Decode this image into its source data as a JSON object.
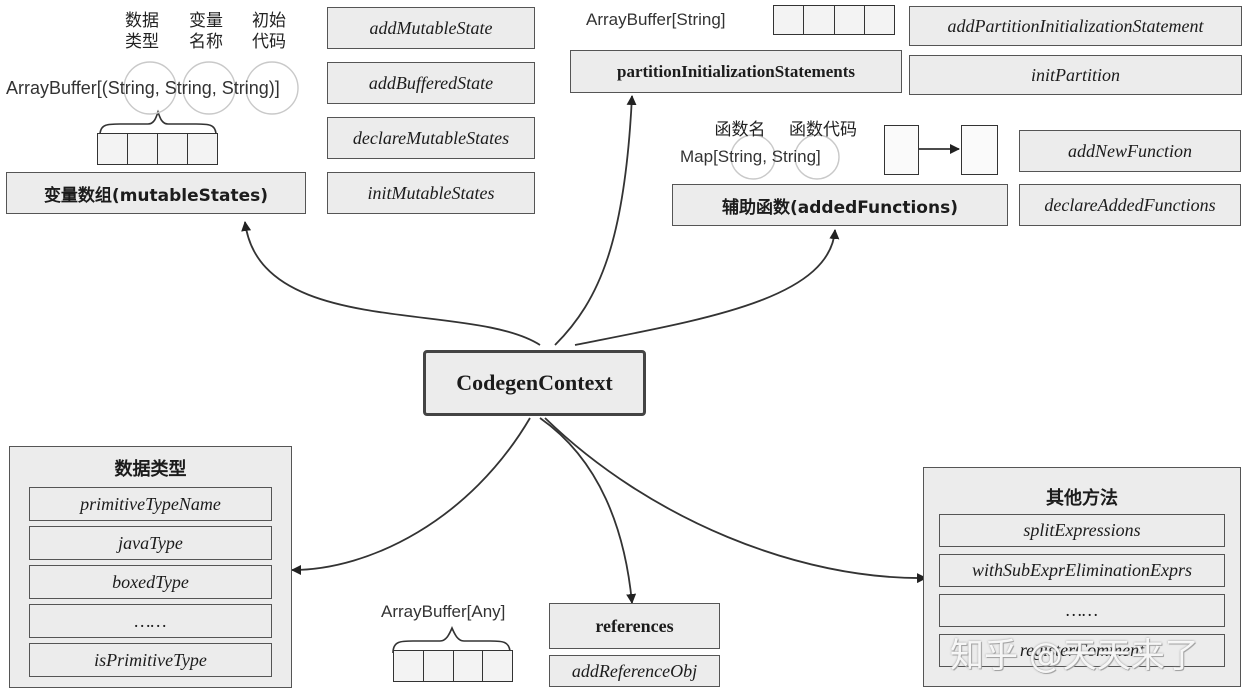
{
  "center": {
    "label": "CodegenContext"
  },
  "mutable_states": {
    "col_labels": [
      [
        "数据",
        "类型"
      ],
      [
        "变量",
        "名称"
      ],
      [
        "初始",
        "代码"
      ]
    ],
    "buffer_label": "ArrayBuffer[(String, String, String)]",
    "title": "变量数组(mutableStates)",
    "methods": [
      "addMutableState",
      "addBufferedState",
      "declareMutableStates",
      "initMutableStates"
    ]
  },
  "partition": {
    "buffer_label": "ArrayBuffer[String]",
    "title": "partitionInitializationStatements",
    "methods": [
      "addPartitionInitializationStatement",
      "initPartition"
    ]
  },
  "added_functions": {
    "key_labels": [
      "函数名",
      "函数代码"
    ],
    "map_label": "Map[String, String]",
    "title": "辅助函数(addedFunctions)",
    "methods": [
      "addNewFunction",
      "declareAddedFunctions"
    ]
  },
  "data_types": {
    "title": "数据类型",
    "items": [
      "primitiveTypeName",
      "javaType",
      "boxedType",
      "……",
      "isPrimitiveType"
    ]
  },
  "references": {
    "buffer_label": "ArrayBuffer[Any]",
    "title": "references",
    "method": "addReferenceObj"
  },
  "other_methods": {
    "title": "其他方法",
    "items": [
      "splitExpressions",
      "withSubExprEliminationExprs",
      "……",
      "registerComment"
    ]
  },
  "watermark": "知乎 @天天来了"
}
